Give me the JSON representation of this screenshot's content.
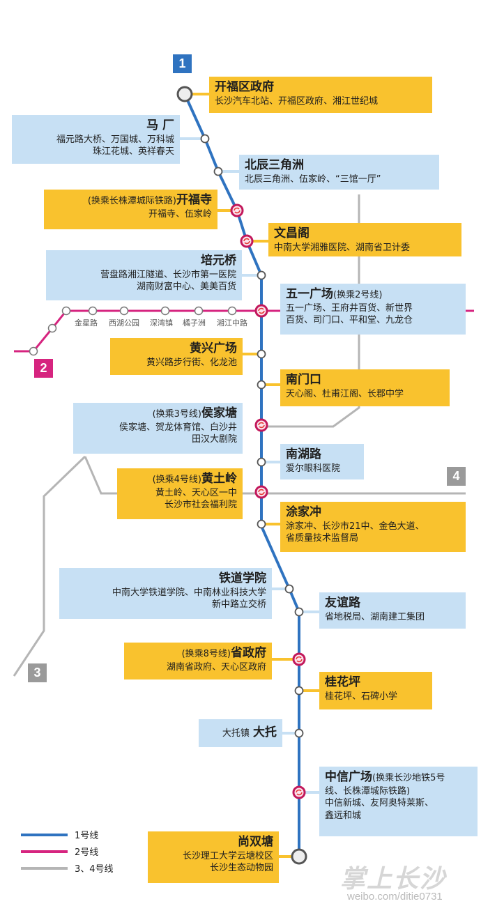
{
  "colors": {
    "line1": "#2f73c0",
    "line2": "#d6247f",
    "line34": "#b5b5b5",
    "yellow": "#f9c22e",
    "blue": "#c7e0f4"
  },
  "badges": {
    "line1": "1",
    "line2": "2",
    "line3": "3",
    "line4": "4"
  },
  "stations": [
    {
      "name": "开福区政府",
      "desc": [
        "长沙汽车北站、开福区政府、湘江世纪城"
      ]
    },
    {
      "name": "马 厂",
      "desc": [
        "福元路大桥、万国城、万科城",
        "珠江花城、英祥春天"
      ]
    },
    {
      "name": "北辰三角洲",
      "desc": [
        "北辰三角洲、伍家岭、“三馆一厅”"
      ]
    },
    {
      "prefix": "(换乘长株潭城际铁路)",
      "name": "开福寺",
      "desc": [
        "开福寺、伍家岭"
      ]
    },
    {
      "name": "文昌阁",
      "desc": [
        "中南大学湘雅医院、湖南省卫计委"
      ]
    },
    {
      "name": "培元桥",
      "desc": [
        "营盘路湘江隧道、长沙市第一医院",
        "湖南财富中心、美美百货"
      ]
    },
    {
      "name": "五一广场",
      "suffix": "(换乘2号线)",
      "desc": [
        "五一广场、王府井百货、新世界",
        "百货、司门口、平和堂、九龙仓"
      ]
    },
    {
      "name": "黄兴广场",
      "desc": [
        "黄兴路步行街、化龙池"
      ]
    },
    {
      "name": "南门口",
      "desc": [
        "天心阁、杜甫江阁、长郡中学"
      ]
    },
    {
      "prefix": "(换乘3号线)",
      "name": "侯家塘",
      "desc": [
        "侯家塘、贺龙体育馆、白沙井",
        "田汉大剧院"
      ]
    },
    {
      "name": "南湖路",
      "desc": [
        "爱尔眼科医院"
      ]
    },
    {
      "prefix": "(换乘4号线)",
      "name": "黄土岭",
      "desc": [
        "黄土岭、天心区一中",
        "长沙市社会福利院"
      ]
    },
    {
      "name": "涂家冲",
      "desc": [
        "涂家冲、长沙市21中、金色大道、",
        "省质量技术监督局"
      ]
    },
    {
      "name": "铁道学院",
      "desc": [
        "中南大学铁道学院、中南林业科技大学",
        "新中路立交桥"
      ]
    },
    {
      "name": "友谊路",
      "desc": [
        "省地税局、湖南建工集团"
      ]
    },
    {
      "prefix": "(换乘8号线)",
      "name": "省政府",
      "desc": [
        "湖南省政府、天心区政府"
      ]
    },
    {
      "name": "桂花坪",
      "desc": [
        "桂花坪、石碑小学"
      ]
    },
    {
      "prefix": "大托镇",
      "name": "大托",
      "desc": []
    },
    {
      "name": "中信广场",
      "suffix": "(换乘长沙地铁5号",
      "desc": [
        "线、长株潭城际铁路)",
        "中信新城、友阿奥特莱斯、",
        "鑫远和城"
      ]
    },
    {
      "name": "尚双塘",
      "desc": [
        "长沙理工大学云塘校区",
        "长沙生态动物园"
      ]
    }
  ],
  "line2_stations": [
    "金星路",
    "西湖公园",
    "深湾镇",
    "橘子洲",
    "湘江中路"
  ],
  "legend": [
    {
      "label": "1号线",
      "color": "#2f73c0"
    },
    {
      "label": "2号线",
      "color": "#d6247f"
    },
    {
      "label": "3、4号线",
      "color": "#b5b5b5"
    }
  ],
  "watermark": {
    "logo": "掌上长沙",
    "url": "weibo.com/ditie0731"
  }
}
